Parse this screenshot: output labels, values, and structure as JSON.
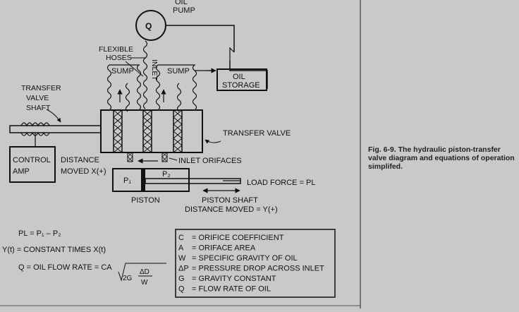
{
  "labels": {
    "oil_pump_top": "OIL",
    "oil_pump_bottom": "PUMP",
    "pump_symbol": "Q",
    "flexible_top": "FLEXIBLE",
    "flexible_bottom": "HOSES",
    "sump_left": "SUMP",
    "inlet": "INLET",
    "sump_right": "SUMP",
    "oil_storage_top": "OIL",
    "oil_storage_bottom": "STORAGE",
    "transfer_shaft_1": "TRANSFER",
    "transfer_shaft_2": "VALVE",
    "transfer_shaft_3": "SHAFT",
    "transfer_valve": "TRANSFER VALVE",
    "control_amp_1": "CONTROL",
    "control_amp_2": "AMP",
    "distance_moved_1": "DISTANCE",
    "distance_moved_2": "MOVED X(+)",
    "inlet_orifaces": "INLET ORIFACES",
    "p1": "P₁",
    "p2": "P₂",
    "load_force": "LOAD FORCE = PL",
    "piston": "PISTON",
    "piston_shaft": "PISTON SHAFT",
    "piston_distance": "DISTANCE MOVED = Y(+)"
  },
  "equations": {
    "pl": "PL = P₁ – P₂",
    "y": "Y(t) = CONSTANT TIMES X(t)",
    "q": "Q = OIL FLOW RATE = CA",
    "twog": "2G",
    "delta_d": "ΔD",
    "w": "W"
  },
  "legend": [
    {
      "sym": "C",
      "desc": "=  ORIFICE COEFFICIENT"
    },
    {
      "sym": "A",
      "desc": "=  ORIFACE AREA"
    },
    {
      "sym": "W",
      "desc": "=  SPECIFIC GRAVITY OF OIL"
    },
    {
      "sym": "ΔP",
      "desc": "=  PRESSURE DROP ACROSS INLET"
    },
    {
      "sym": "G",
      "desc": "=  GRAVITY CONSTANT"
    },
    {
      "sym": "Q",
      "desc": "=  FLOW RATE OF OIL"
    }
  ],
  "caption": "Fig. 6-9. The hydraulic piston-transfer valve diagram and equations of operation simplifed."
}
